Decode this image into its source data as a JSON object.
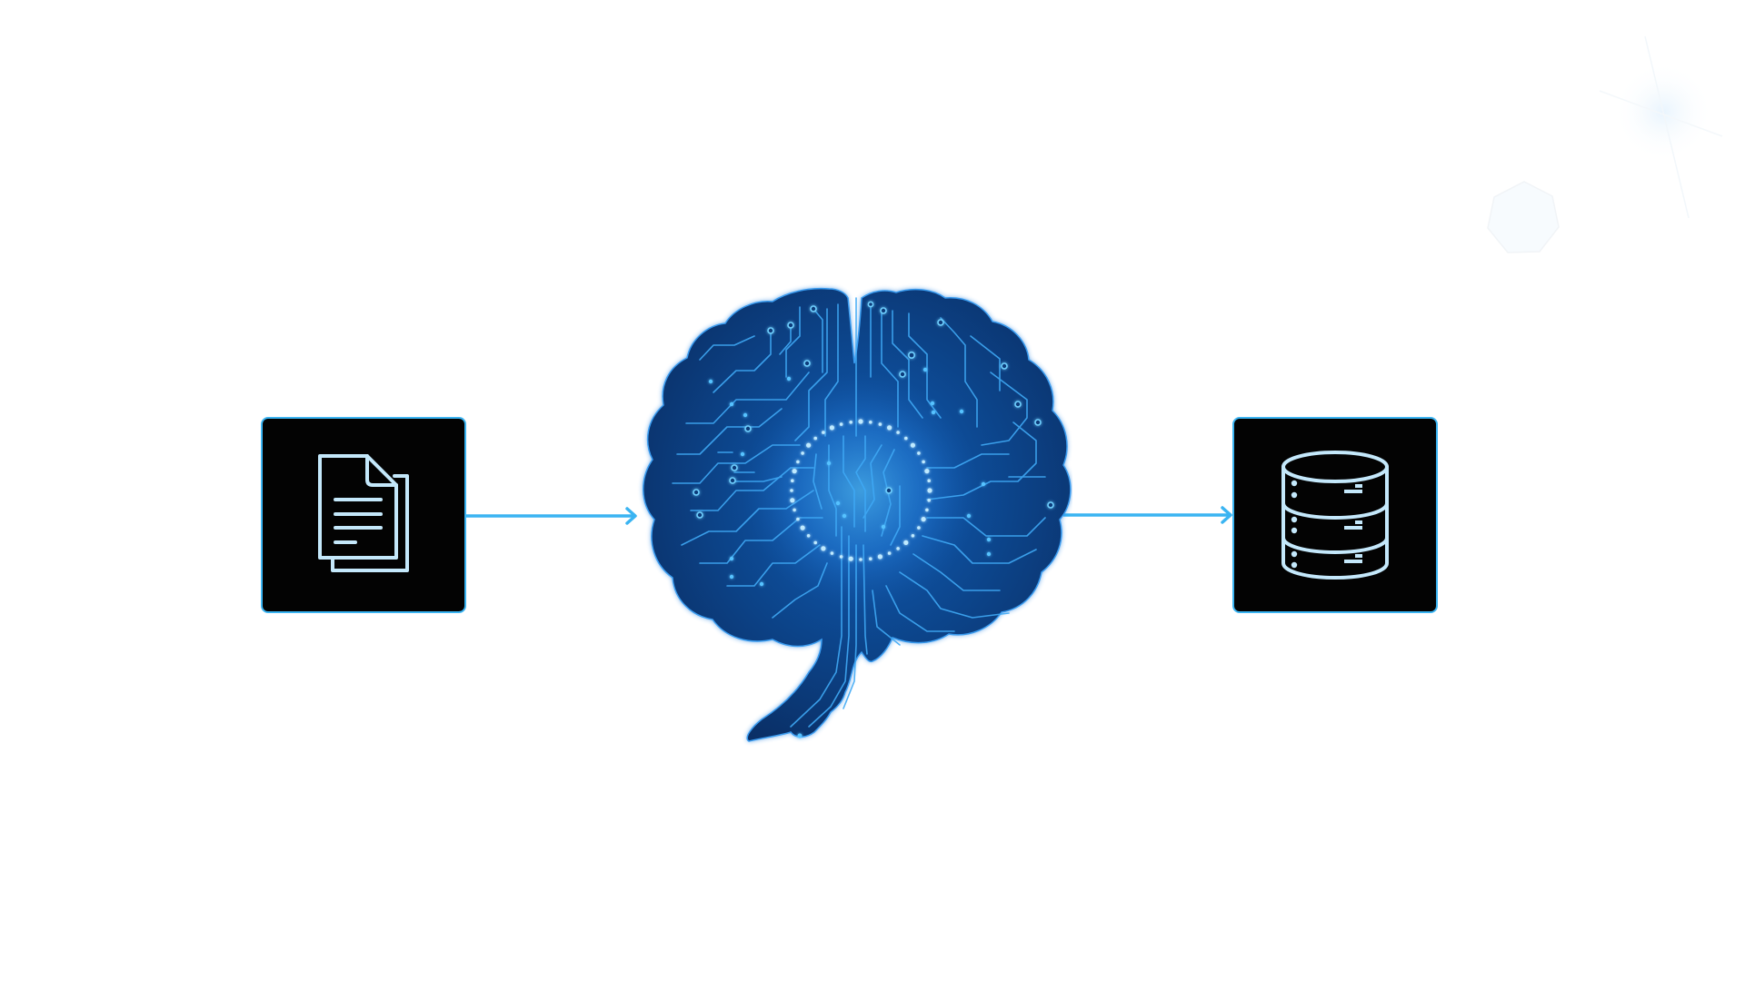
{
  "diagram": {
    "type": "pipeline",
    "nodes": [
      {
        "id": "input",
        "icon": "document-icon",
        "label": "Documents"
      },
      {
        "id": "processor",
        "icon": "ai-brain-icon",
        "label": "AI Brain"
      },
      {
        "id": "output",
        "icon": "database-icon",
        "label": "Database"
      }
    ],
    "edges": [
      {
        "from": "input",
        "to": "processor"
      },
      {
        "from": "processor",
        "to": "output"
      }
    ]
  },
  "colors": {
    "accent": "#3ab4f2",
    "box_fill": "#030303",
    "icon_stroke": "#c4e8fb",
    "brain_dark": "#0a2f66",
    "brain_mid": "#0d4a94",
    "circuit_glow": "#4cc3ff",
    "background": "#ffffff"
  },
  "decorations": {
    "top_right": [
      "faint-heptagon-outline",
      "faint-sparkle"
    ]
  }
}
